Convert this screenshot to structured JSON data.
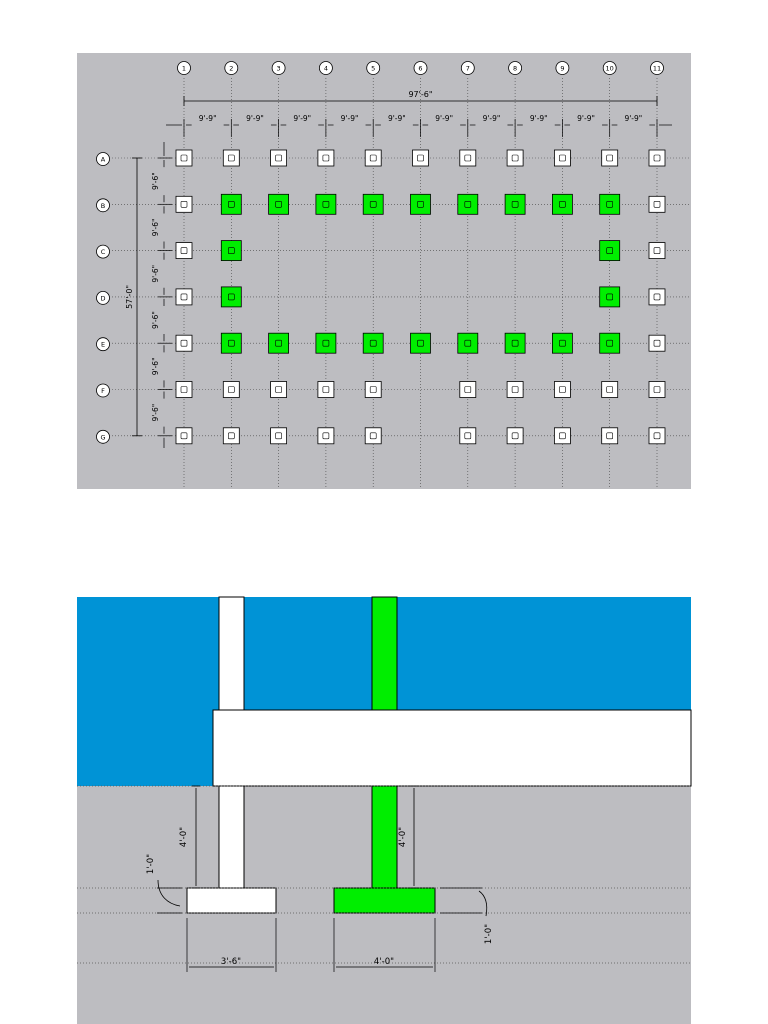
{
  "colors": {
    "panel_bg": "#bdbdc1",
    "highlight": "#00ee00",
    "water": "#0093d6",
    "pier_plain": "#ffffff",
    "line": "#000000"
  },
  "plan": {
    "column_labels": [
      "1",
      "2",
      "3",
      "4",
      "5",
      "6",
      "7",
      "8",
      "9",
      "10",
      "11"
    ],
    "row_labels": [
      "A",
      "B",
      "C",
      "D",
      "E",
      "F",
      "G"
    ],
    "overall_width_label": "97'-6\"",
    "overall_height_label": "57'-0\"",
    "bay_width_labels": [
      "9'-9\"",
      "9'-9\"",
      "9'-9\"",
      "9'-9\"",
      "9'-9\"",
      "9'-9\"",
      "9'-9\"",
      "9'-9\"",
      "9'-9\"",
      "9'-9\""
    ],
    "bay_height_labels": [
      "9'-6\"",
      "9'-6\"",
      "9'-6\"",
      "9'-6\"",
      "9'-6\"",
      "9'-6\""
    ],
    "piers": [
      [
        "plain",
        "plain",
        "plain",
        "plain",
        "plain",
        "plain",
        "plain",
        "plain",
        "plain",
        "plain",
        "plain"
      ],
      [
        "plain",
        "green",
        "green",
        "green",
        "green",
        "green",
        "green",
        "green",
        "green",
        "green",
        "plain"
      ],
      [
        "plain",
        "green",
        "none",
        "none",
        "none",
        "none",
        "none",
        "none",
        "none",
        "green",
        "plain"
      ],
      [
        "plain",
        "green",
        "none",
        "none",
        "none",
        "none",
        "none",
        "none",
        "none",
        "green",
        "plain"
      ],
      [
        "plain",
        "green",
        "green",
        "green",
        "green",
        "green",
        "green",
        "green",
        "green",
        "green",
        "plain"
      ],
      [
        "plain",
        "plain",
        "plain",
        "plain",
        "plain",
        "none",
        "plain",
        "plain",
        "plain",
        "plain",
        "plain"
      ],
      [
        "plain",
        "plain",
        "plain",
        "plain",
        "plain",
        "none",
        "plain",
        "plain",
        "plain",
        "plain",
        "plain"
      ]
    ]
  },
  "section": {
    "plain_pier": {
      "height_label": "4'-0\"",
      "footing_thickness_label": "1'-0\"",
      "footing_width_label": "3'-6\""
    },
    "green_pier": {
      "height_label": "4'-0\"",
      "footing_thickness_label": "1'-0\"",
      "footing_width_label": "4'-0\""
    }
  }
}
